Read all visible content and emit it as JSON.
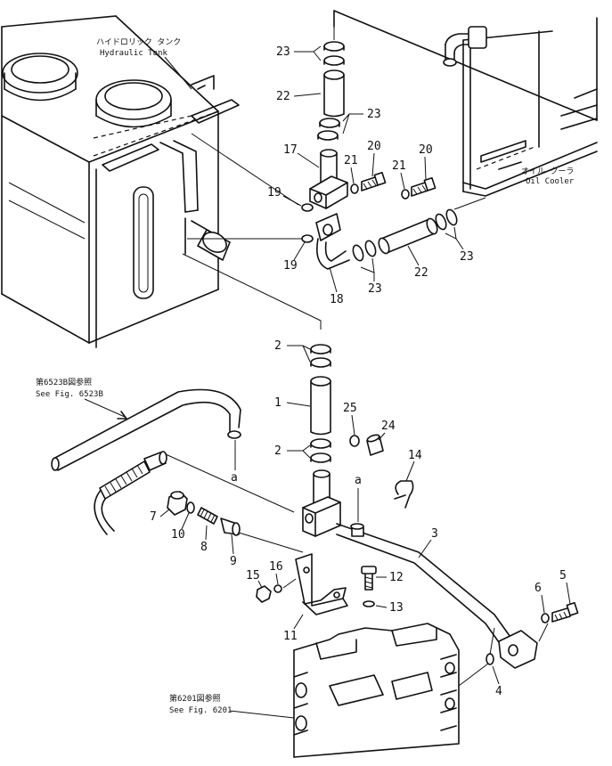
{
  "callouts": {
    "tank": {
      "ja": "ハイドロリック タンク",
      "en": "Hydraulic Tank"
    },
    "cooler": {
      "ja": "オイル クーラ",
      "en": "Oil Cooler"
    },
    "fig6523b": {
      "ja": "第6523B図参照",
      "en": "See Fig. 6523B"
    },
    "fig6201": {
      "ja": "第6201図参照",
      "en": "See Fig. 6201"
    }
  },
  "connector_letter": "a",
  "parts": [
    "1",
    "2",
    "3",
    "4",
    "5",
    "6",
    "7",
    "8",
    "9",
    "10",
    "11",
    "12",
    "13",
    "14",
    "15",
    "16",
    "17",
    "18",
    "19",
    "20",
    "21",
    "22",
    "23",
    "24",
    "25"
  ]
}
